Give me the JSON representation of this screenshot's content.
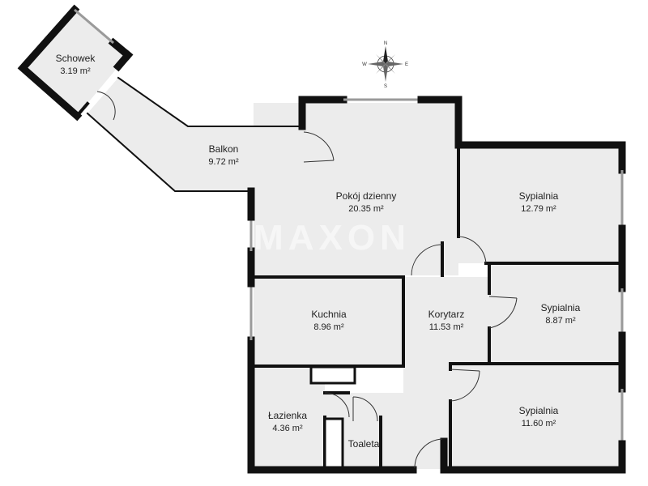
{
  "rooms": {
    "schowek": {
      "name": "Schowek",
      "area": "3.19 m²"
    },
    "balkon": {
      "name": "Balkon",
      "area": "9.72 m²"
    },
    "pokoj": {
      "name": "Pokój dzienny",
      "area": "20.35 m²"
    },
    "sypialnia1": {
      "name": "Sypialnia",
      "area": "12.79 m²"
    },
    "sypialnia2": {
      "name": "Sypialnia",
      "area": "8.87 m²"
    },
    "sypialnia3": {
      "name": "Sypialnia",
      "area": "11.60 m²"
    },
    "kuchnia": {
      "name": "Kuchnia",
      "area": "8.96 m²"
    },
    "korytarz": {
      "name": "Korytarz",
      "area": "11.53 m²"
    },
    "lazienka": {
      "name": "Łazienka",
      "area": "4.36 m²"
    },
    "toaleta": {
      "name": "Toaleta",
      "area": ""
    }
  },
  "watermark": "MAXON",
  "compass": {
    "n": "N",
    "s": "S",
    "e": "E",
    "w": "W"
  },
  "colors": {
    "floor": "#ececec",
    "wall": "#111111"
  }
}
